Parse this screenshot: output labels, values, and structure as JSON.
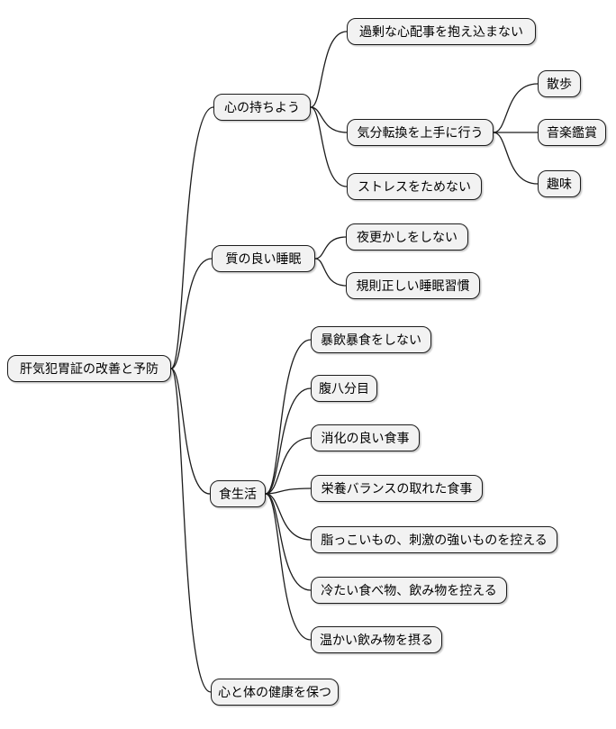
{
  "diagram_type": "mindmap",
  "colors": {
    "background": "#ffffff",
    "node_fill": "#f2f2f2",
    "node_border": "#1c1c1c",
    "connector": "#1c1c1c",
    "text": "#000000"
  },
  "tree": {
    "label": "肝気犯胃証の改善と予防",
    "children": [
      {
        "label": "心の持ちよう",
        "children": [
          {
            "label": "過剰な心配事を抱え込まない"
          },
          {
            "label": "気分転換を上手に行う",
            "children": [
              {
                "label": "散歩"
              },
              {
                "label": "音楽鑑賞"
              },
              {
                "label": "趣味"
              }
            ]
          },
          {
            "label": "ストレスをためない"
          }
        ]
      },
      {
        "label": "質の良い睡眠",
        "children": [
          {
            "label": "夜更かしをしない"
          },
          {
            "label": "規則正しい睡眠習慣"
          }
        ]
      },
      {
        "label": "食生活",
        "children": [
          {
            "label": "暴飲暴食をしない"
          },
          {
            "label": "腹八分目"
          },
          {
            "label": "消化の良い食事"
          },
          {
            "label": "栄養バランスの取れた食事"
          },
          {
            "label": "脂っこいもの、刺激の強いものを控える"
          },
          {
            "label": "冷たい食べ物、飲み物を控える"
          },
          {
            "label": "温かい飲み物を摂る"
          }
        ]
      },
      {
        "label": "心と体の健康を保つ"
      }
    ]
  }
}
